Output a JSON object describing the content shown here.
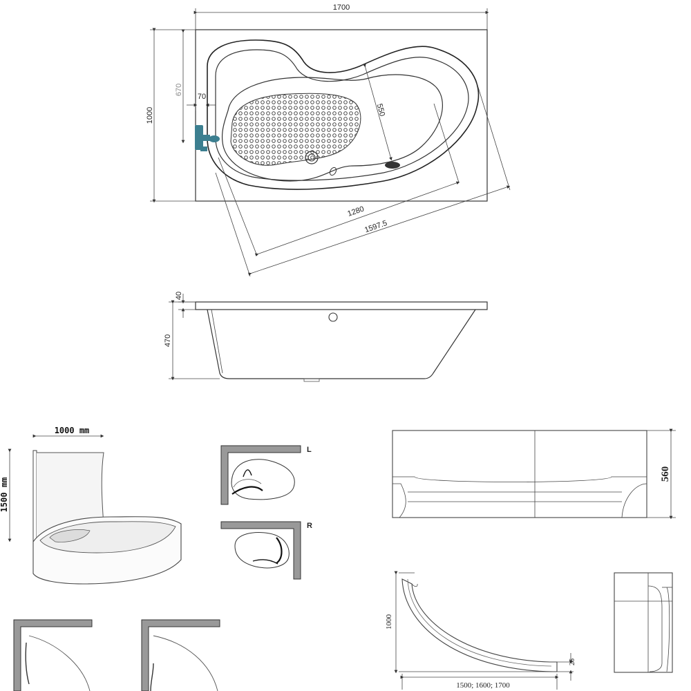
{
  "top_view": {
    "width_label": "1700",
    "depth_label": "1000",
    "inner_depth_label": "670",
    "offset_label": "70",
    "basin_width_label": "550",
    "basin_length_label": "1280",
    "diagonal_label": "1597.5"
  },
  "side_view": {
    "rim_label": "40",
    "height_label": "470"
  },
  "screen_view": {
    "width_label": "1000 mm",
    "height_label": "1500 mm"
  },
  "orientation": {
    "left_label": "L",
    "right_label": "R"
  },
  "panel_front": {
    "height_label": "560"
  },
  "panel_side": {
    "depth_label": "1000",
    "thickness_label": "26",
    "length_label": "1500; 1600; 1700"
  }
}
